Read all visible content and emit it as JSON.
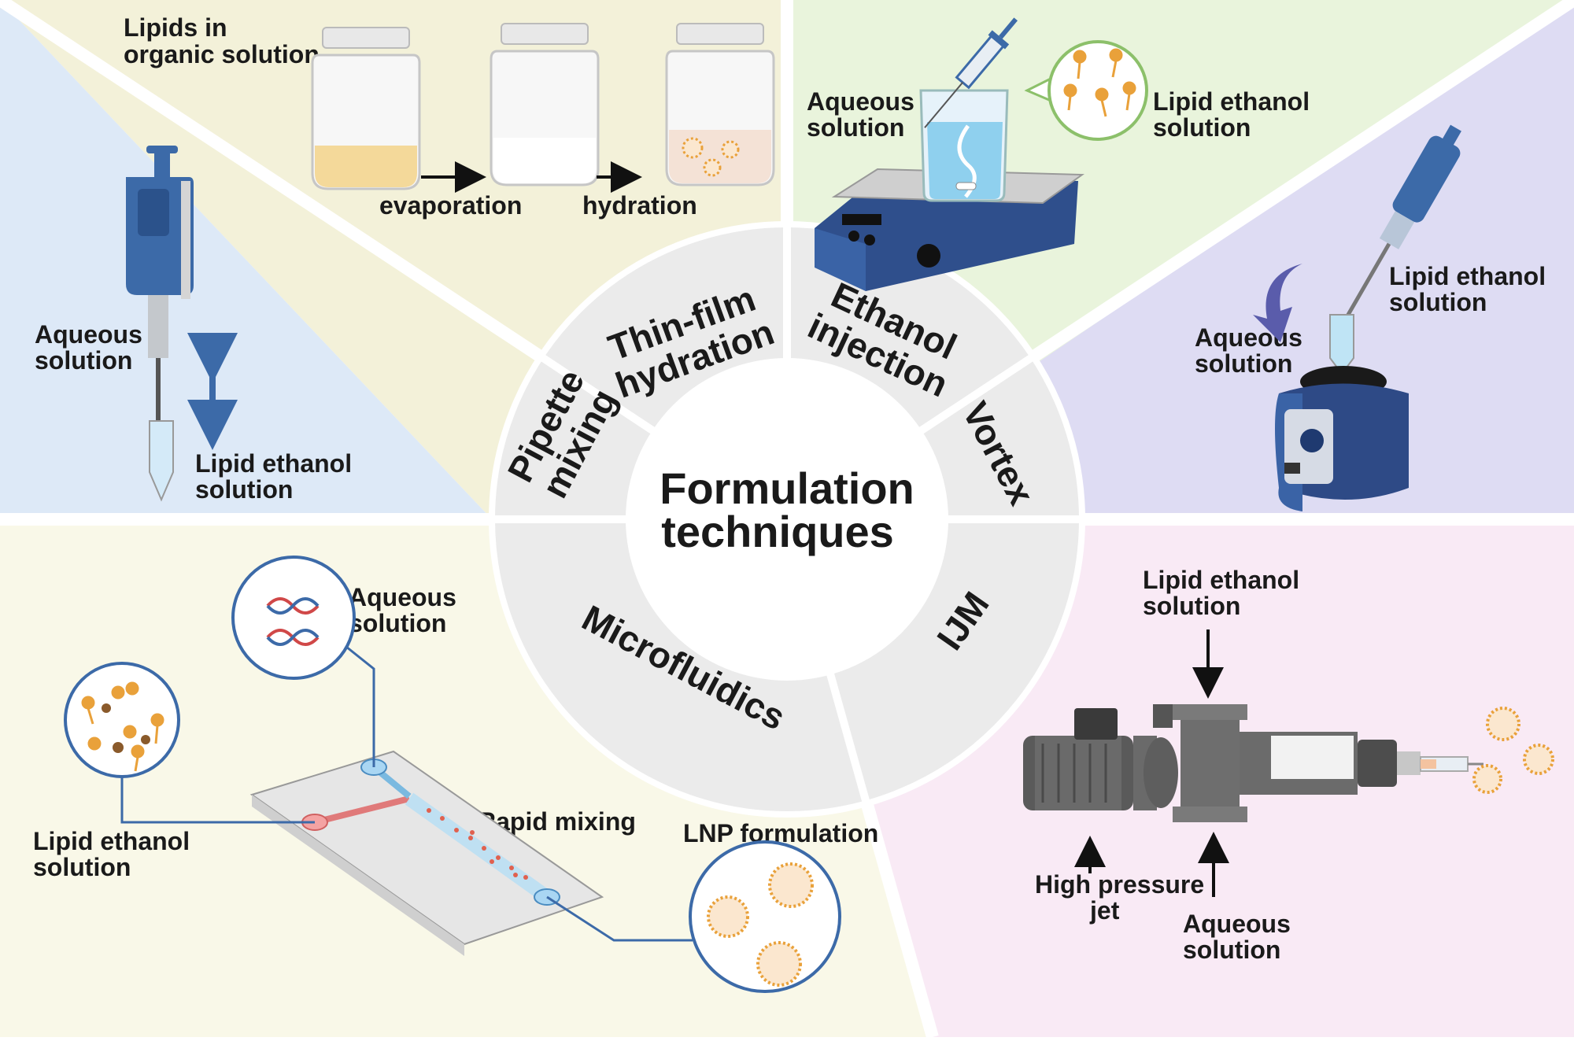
{
  "center": {
    "title_line1": "Formulation",
    "title_line2": "techniques"
  },
  "segments": {
    "thin_film_1": "Thin-film",
    "thin_film_2": "hydration",
    "ethanol_1": "Ethanol",
    "ethanol_2": "injection",
    "vortex": "Vortex",
    "ijm": "IJM",
    "microfluidics": "Microfluidics",
    "pipette_1": "Pipette",
    "pipette_2": "mixing"
  },
  "thin_film_panel": {
    "lipids_1": "Lipids in",
    "lipids_2": "organic solution",
    "evaporation": "evaporation",
    "hydration": "hydration"
  },
  "ethanol_panel": {
    "aqueous_1": "Aqueous",
    "aqueous_2": "solution",
    "lipid_1": "Lipid ethanol",
    "lipid_2": "solution"
  },
  "vortex_panel": {
    "lipid_1": "Lipid ethanol",
    "lipid_2": "solution",
    "aqueous_1": "Aqueous",
    "aqueous_2": "solution"
  },
  "pipette_panel": {
    "aqueous_1": "Aqueous",
    "aqueous_2": "solution",
    "lipid_1": "Lipid ethanol",
    "lipid_2": "solution"
  },
  "microfluidics_panel": {
    "aqueous_1": "Aqueous",
    "aqueous_2": "solution",
    "lipid_1": "Lipid ethanol",
    "lipid_2": "solution",
    "rapid": "Rapid mixing",
    "lnp": "LNP formulation"
  },
  "ijm_panel": {
    "lipid_1": "Lipid ethanol",
    "lipid_2": "solution",
    "hp_1": "High pressure",
    "hp_2": "jet",
    "aqueous_1": "Aqueous",
    "aqueous_2": "solution"
  },
  "colors": {
    "thin_film_bg": "#f3f1d9",
    "ethanol_bg": "#e9f4dc",
    "vortex_bg": "#dedcf3",
    "pipette_bg": "#dde9f7",
    "microfluidics_bg": "#f9f8e8",
    "ijm_bg": "#f9eaf5",
    "ring": "#ebebeb",
    "device_blue": "#3c6aa8",
    "lipid_orange": "#e9a13a"
  }
}
